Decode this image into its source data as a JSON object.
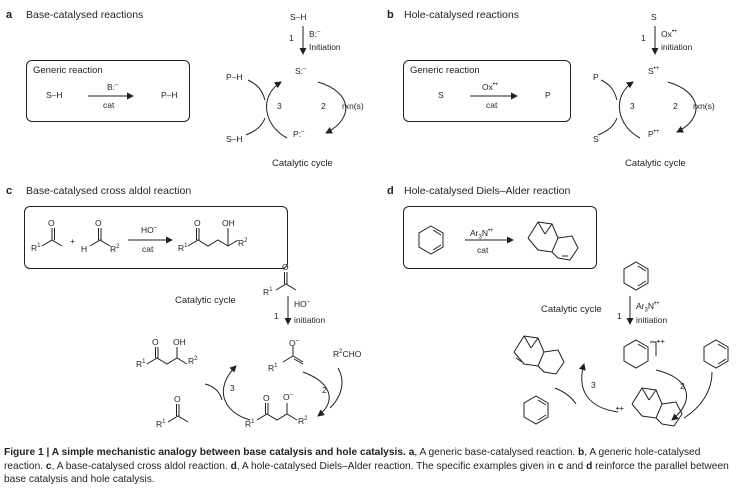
{
  "panels": {
    "a": {
      "letter": "a",
      "title": "Base-catalysed reactions",
      "box_title": "Generic reaction",
      "reactant": "S–H",
      "product": "P–H",
      "reagent": "B:",
      "reagent_charge": "–",
      "condition": "cat",
      "cycle": {
        "top": "S–H",
        "step1": "1",
        "initiator": "B:",
        "initiator_charge": "–",
        "initiation": "Initiation",
        "s_anion": "S:",
        "s_charge": "–",
        "p_anion": "P:",
        "p_charge": "–",
        "ph": "P–H",
        "sh": "S–H",
        "step3": "3",
        "step2": "2",
        "rxn": "rxn(s)",
        "label": "Catalytic cycle"
      }
    },
    "b": {
      "letter": "b",
      "title": "Hole-catalysed reactions",
      "box_title": "Generic reaction",
      "reactant": "S",
      "product": "P",
      "reagent": "Ox",
      "reagent_charge": "•+",
      "condition": "cat",
      "cycle": {
        "top": "S",
        "step1": "1",
        "initiator": "Ox",
        "initiator_charge": "•+",
        "initiation": "initiation",
        "s_cation": "S",
        "s_charge": "•+",
        "p_cation": "P",
        "p_charge": "•+",
        "p": "P",
        "s": "S",
        "step3": "3",
        "step2": "2",
        "rxn": "rxn(s)",
        "label": "Catalytic cycle"
      }
    },
    "c": {
      "letter": "c",
      "title": "Base-catalysed cross aldol reaction",
      "plus": "+",
      "reagent": "HO",
      "reagent_charge": "–",
      "condition": "cat",
      "labels": {
        "r1": "R",
        "r1_sup": "1",
        "r2": "R",
        "r2_sup": "2",
        "h": "H",
        "o": "O",
        "oh": "OH"
      },
      "cycle": {
        "label": "Catalytic cycle",
        "step1": "1",
        "initiator": "HO",
        "initiator_charge": "–",
        "initiation": "initiation",
        "step2": "2",
        "step3": "3",
        "aldehyde": "R",
        "aldehyde_sup": "2",
        "aldehyde_tail": "CHO",
        "o_minus": "–"
      }
    },
    "d": {
      "letter": "d",
      "title": "Hole-catalysed Diels–Alder reaction",
      "reagent": "Ar",
      "reagent_sub": "3",
      "reagent_n": "N",
      "reagent_charge": "•+",
      "condition": "cat",
      "cycle": {
        "label": "Catalytic cycle",
        "step1": "1",
        "initiator": "Ar",
        "initiator_sub": "3",
        "initiator_n": "N",
        "initiator_charge": "•+",
        "initiation": "initiation",
        "radical_cation": "•+",
        "step2": "2",
        "step3": "3",
        "adduct_charge": "•+"
      }
    }
  },
  "caption": {
    "fig": "Figure 1 | A simple mechanistic analogy between base catalysis and hole catalysis.",
    "a": "a",
    "a_text": ", A generic base-catalysed reaction.",
    "b": "b",
    "b_text": ", A generic hole-catalysed reaction.",
    "c": "c",
    "c_text": ", A base-catalysed cross aldol reaction.",
    "d": "d",
    "d_text": ", A hole-catalysed Diels–Alder reaction. The specific examples given in",
    "c2": "c",
    "and": "and",
    "d2": "d",
    "tail": "reinforce the parallel between base catalysis and hole catalysis."
  }
}
